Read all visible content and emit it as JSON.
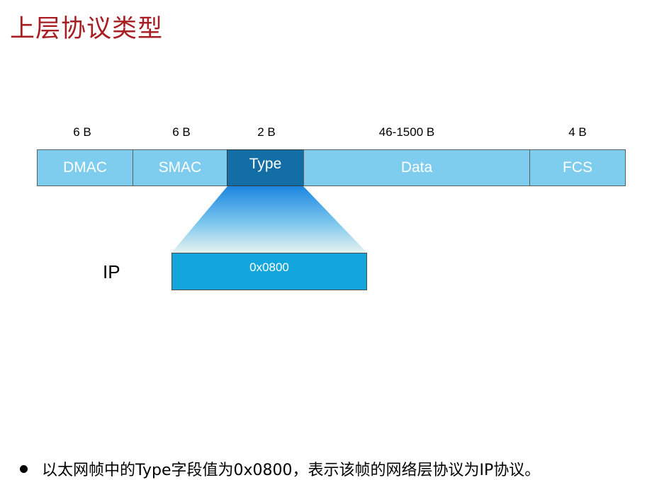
{
  "title": "上层协议类型",
  "frame": {
    "fields": [
      {
        "name": "DMAC",
        "size": "6 B"
      },
      {
        "name": "SMAC",
        "size": "6 B"
      },
      {
        "name": "Type",
        "size": "2 B"
      },
      {
        "name": "Data",
        "size": "46-1500 B"
      },
      {
        "name": "FCS",
        "size": "4 B"
      }
    ]
  },
  "detail": {
    "protocol": "IP",
    "value": "0x0800"
  },
  "note": "以太网帧中的Type字段值为0x0800，表示该帧的网络层协议为IP协议。",
  "colors": {
    "title": "#a71d22",
    "field_fill": "#7fcdee",
    "type_fill": "#126ea4",
    "value_fill": "#13a6dd"
  }
}
